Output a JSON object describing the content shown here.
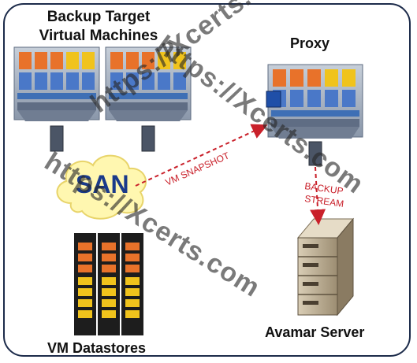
{
  "labels": {
    "backup_target_line1": "Backup Target",
    "backup_target_line2": "Virtual Machines",
    "proxy": "Proxy",
    "san": "SAN",
    "vm_datastores": "VM Datastores",
    "avamar_server": "Avamar Server"
  },
  "arrows": {
    "vm_snapshot": "VM SNAPSHOT",
    "backup_line1": "BACKUP",
    "backup_line2": "STREAM"
  },
  "watermark": "https://Xcerts.com",
  "colors": {
    "frame": "#1c2b4a",
    "arrow": "#c9202a",
    "san_text": "#1a3a8a",
    "cloud_fill": "#fff7b0",
    "app_orange": "#e8722a",
    "app_yellow": "#f0c31c",
    "os_blue": "#4a78c8"
  }
}
